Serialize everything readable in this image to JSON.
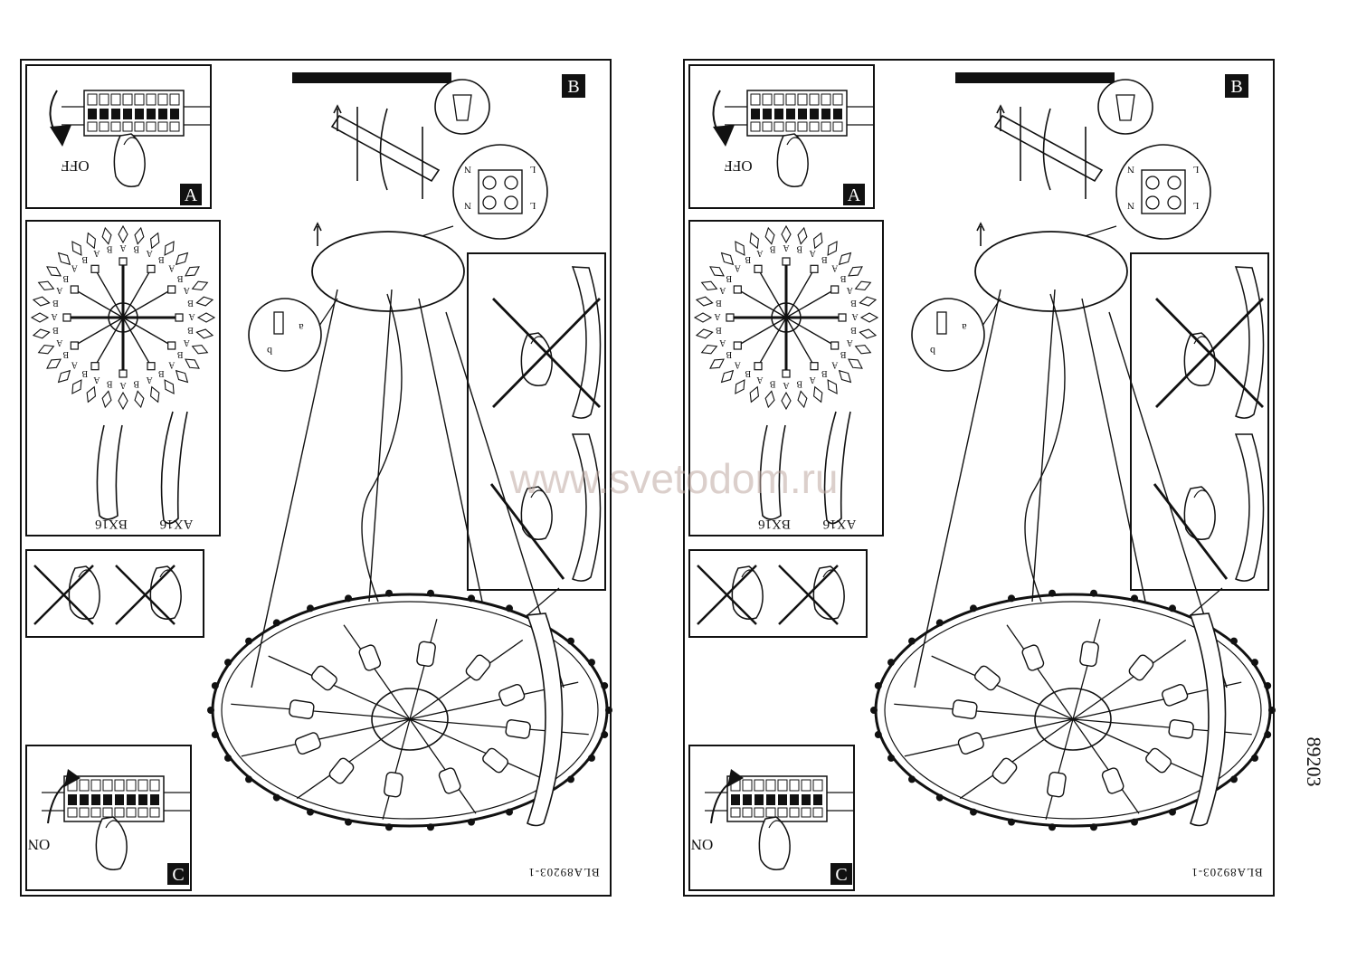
{
  "panels": [
    {
      "side": "left",
      "step_a_label": "A",
      "step_b_label": "B",
      "step_c_label": "C",
      "off_label": "OFF",
      "on_label": "ON",
      "part_a_label": "AX16",
      "part_b_label": "BX16",
      "doc_code": "BLA89203-1",
      "screw_marks": [
        "a",
        "b"
      ],
      "ring_labels": [
        "A",
        "B",
        "A",
        "B",
        "A",
        "B",
        "A",
        "B",
        "A",
        "B",
        "A",
        "B",
        "A",
        "B",
        "A",
        "B",
        "A",
        "B",
        "A",
        "B",
        "A",
        "B",
        "A",
        "B",
        "A",
        "B",
        "A",
        "B",
        "A",
        "B",
        "A",
        "B"
      ],
      "terminal_letters": [
        "N",
        "L",
        "N",
        "L"
      ]
    },
    {
      "side": "right",
      "step_a_label": "A",
      "step_b_label": "B",
      "step_c_label": "C",
      "off_label": "OFF",
      "on_label": "ON",
      "part_a_label": "AX16",
      "part_b_label": "BX16",
      "doc_code": "BLA89203-1",
      "screw_marks": [
        "a",
        "b"
      ],
      "ring_labels": [
        "A",
        "B",
        "A",
        "B",
        "A",
        "B",
        "A",
        "B",
        "A",
        "B",
        "A",
        "B",
        "A",
        "B",
        "A",
        "B",
        "A",
        "B",
        "A",
        "B",
        "A",
        "B",
        "A",
        "B",
        "A",
        "B",
        "A",
        "B",
        "A",
        "B",
        "A",
        "B"
      ],
      "terminal_letters": [
        "N",
        "L",
        "N",
        "L"
      ]
    }
  ],
  "product_code": "89203",
  "watermark": "www.svetodom.ru",
  "colors": {
    "line": "#111111",
    "watermark": "#bfa9a2",
    "background": "#ffffff"
  }
}
